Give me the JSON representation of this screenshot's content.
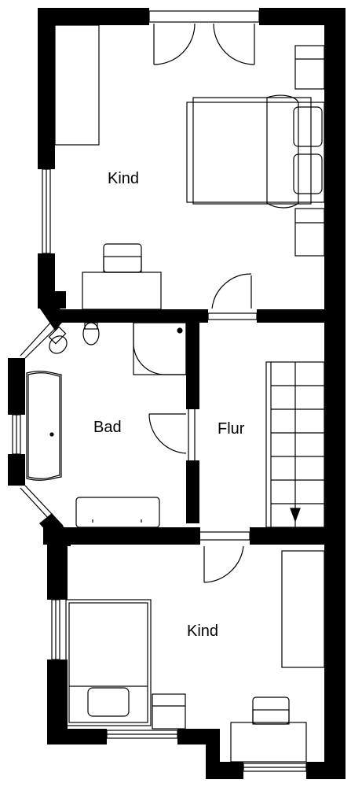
{
  "rooms": {
    "top": "Kind",
    "bath": "Bad",
    "hall": "Flur",
    "bottom": "Kind"
  },
  "colors": {
    "wall": "#000000",
    "line": "#000000",
    "background": "#ffffff"
  }
}
